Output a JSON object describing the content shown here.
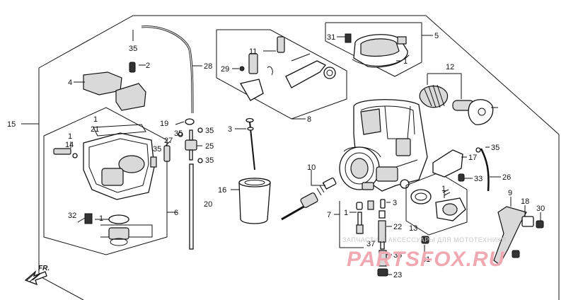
{
  "labels": [
    {
      "id": "c15",
      "text": "15"
    },
    {
      "id": "c4",
      "text": "4"
    },
    {
      "id": "c2",
      "text": "2"
    },
    {
      "id": "c35a",
      "text": "35"
    },
    {
      "id": "c28",
      "text": "28"
    },
    {
      "id": "c1a",
      "text": "1"
    },
    {
      "id": "c21",
      "text": "21"
    },
    {
      "id": "c1b",
      "text": "1"
    },
    {
      "id": "c14",
      "text": "14"
    },
    {
      "id": "c35b",
      "text": "35"
    },
    {
      "id": "c27",
      "text": "27"
    },
    {
      "id": "c19",
      "text": "19"
    },
    {
      "id": "c35c",
      "text": "35"
    },
    {
      "id": "c35d",
      "text": "35"
    },
    {
      "id": "c25",
      "text": "25"
    },
    {
      "id": "c35e",
      "text": "35"
    },
    {
      "id": "c20",
      "text": "20"
    },
    {
      "id": "c6",
      "text": "6"
    },
    {
      "id": "c32",
      "text": "32"
    },
    {
      "id": "c1c",
      "text": "1"
    },
    {
      "id": "c3a",
      "text": "3"
    },
    {
      "id": "c11",
      "text": "11"
    },
    {
      "id": "c29",
      "text": "29"
    },
    {
      "id": "c8",
      "text": "8"
    },
    {
      "id": "c16",
      "text": "16"
    },
    {
      "id": "c31a",
      "text": "31"
    },
    {
      "id": "c5",
      "text": "5"
    },
    {
      "id": "c1d",
      "text": "1"
    },
    {
      "id": "c12",
      "text": "12"
    },
    {
      "id": "c10",
      "text": "10"
    },
    {
      "id": "c7",
      "text": "7"
    },
    {
      "id": "c1e",
      "text": "1"
    },
    {
      "id": "c3b",
      "text": "3"
    },
    {
      "id": "c22",
      "text": "22"
    },
    {
      "id": "c37",
      "text": "37"
    },
    {
      "id": "c36",
      "text": "36"
    },
    {
      "id": "c23",
      "text": "23"
    },
    {
      "id": "c31b",
      "text": "31"
    },
    {
      "id": "c13",
      "text": "13"
    },
    {
      "id": "c1f",
      "text": "1"
    },
    {
      "id": "c17",
      "text": "17"
    },
    {
      "id": "c35f",
      "text": "35"
    },
    {
      "id": "c33",
      "text": "33"
    },
    {
      "id": "c26",
      "text": "26"
    },
    {
      "id": "c9",
      "text": "9"
    },
    {
      "id": "c18",
      "text": "18"
    },
    {
      "id": "c30",
      "text": "30"
    }
  ],
  "direction_marker": "FR.",
  "watermark": {
    "tagline": "ЗАПЧАСТИ И АКСЕССУАРЫ ДЛЯ МОТОТЕХНИКИ",
    "brand": "PARTSFOX.RU"
  }
}
